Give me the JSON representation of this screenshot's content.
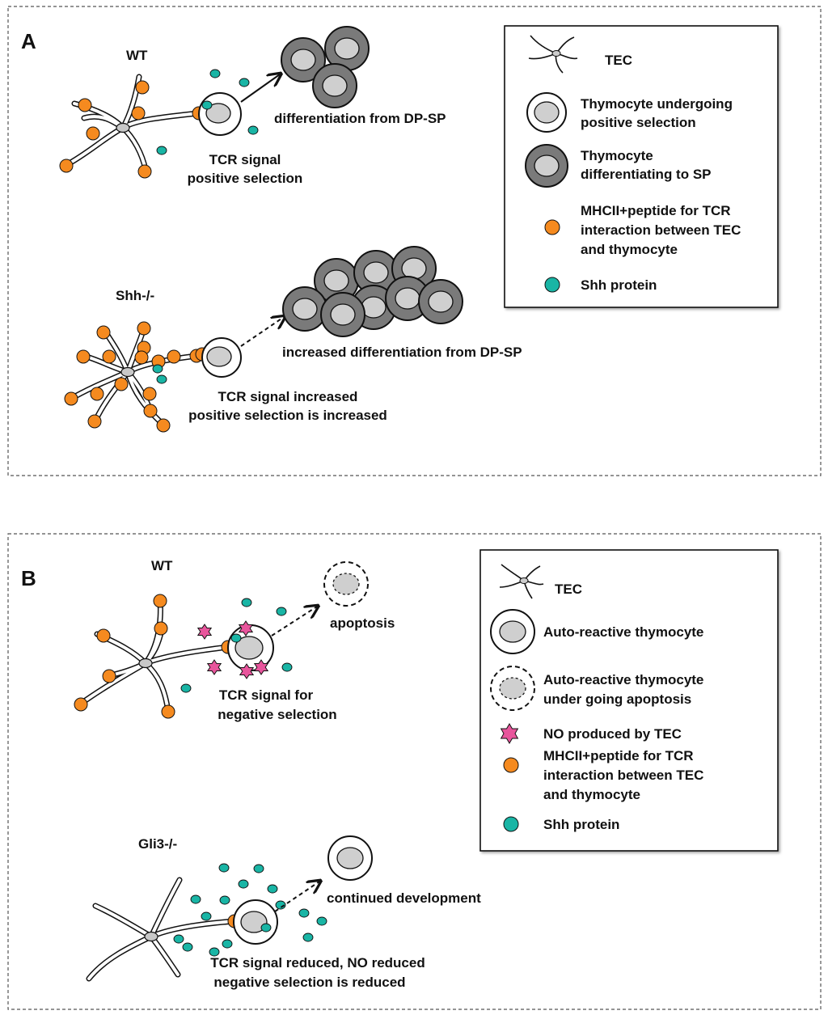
{
  "colors": {
    "mhc": "#f58a1f",
    "shh": "#19b5a5",
    "no_star": "#e8559c",
    "thymocyte_nucleus": "#cfcfcf",
    "sp_cell": "#7a7a7a",
    "tec_body": "#ffffff",
    "tec_nucleus": "#c8c8c8"
  },
  "panel_a": {
    "letter": "A",
    "wt": {
      "label": "WT",
      "signal_line1": "TCR signal",
      "signal_line2": "positive selection",
      "outcome": "differentiation from DP-SP"
    },
    "mutant": {
      "label": "Shh-/-",
      "signal_line1": "TCR signal increased",
      "signal_line2": "positive selection is increased",
      "outcome": "increased differentiation from DP-SP"
    },
    "legend": {
      "tec": "TEC",
      "thymocyte_pos_line1": "Thymocyte undergoing",
      "thymocyte_pos_line2": "positive selection",
      "thymocyte_sp_line1": "Thymocyte",
      "thymocyte_sp_line2": "differentiating to SP",
      "mhc_line1": "MHCII+peptide for TCR",
      "mhc_line2": "interaction between TEC",
      "mhc_line3": "and thymocyte",
      "shh": "Shh protein"
    }
  },
  "panel_b": {
    "letter": "B",
    "wt": {
      "label": "WT",
      "signal_line1": "TCR signal for",
      "signal_line2": "negative selection",
      "outcome": "apoptosis"
    },
    "mutant": {
      "label": "Gli3-/-",
      "signal_line1": "TCR signal reduced, NO reduced",
      "signal_line2": "negative selection is reduced",
      "outcome": "continued development"
    },
    "legend": {
      "tec": "TEC",
      "autoreactive": "Auto-reactive thymocyte",
      "apoptosis_line1": "Auto-reactive thymocyte",
      "apoptosis_line2": "under going apoptosis",
      "no": "NO produced by TEC",
      "mhc_line1": "MHCII+peptide for TCR",
      "mhc_line2": "interaction between TEC",
      "mhc_line3": "and thymocyte",
      "shh": "Shh protein"
    }
  }
}
